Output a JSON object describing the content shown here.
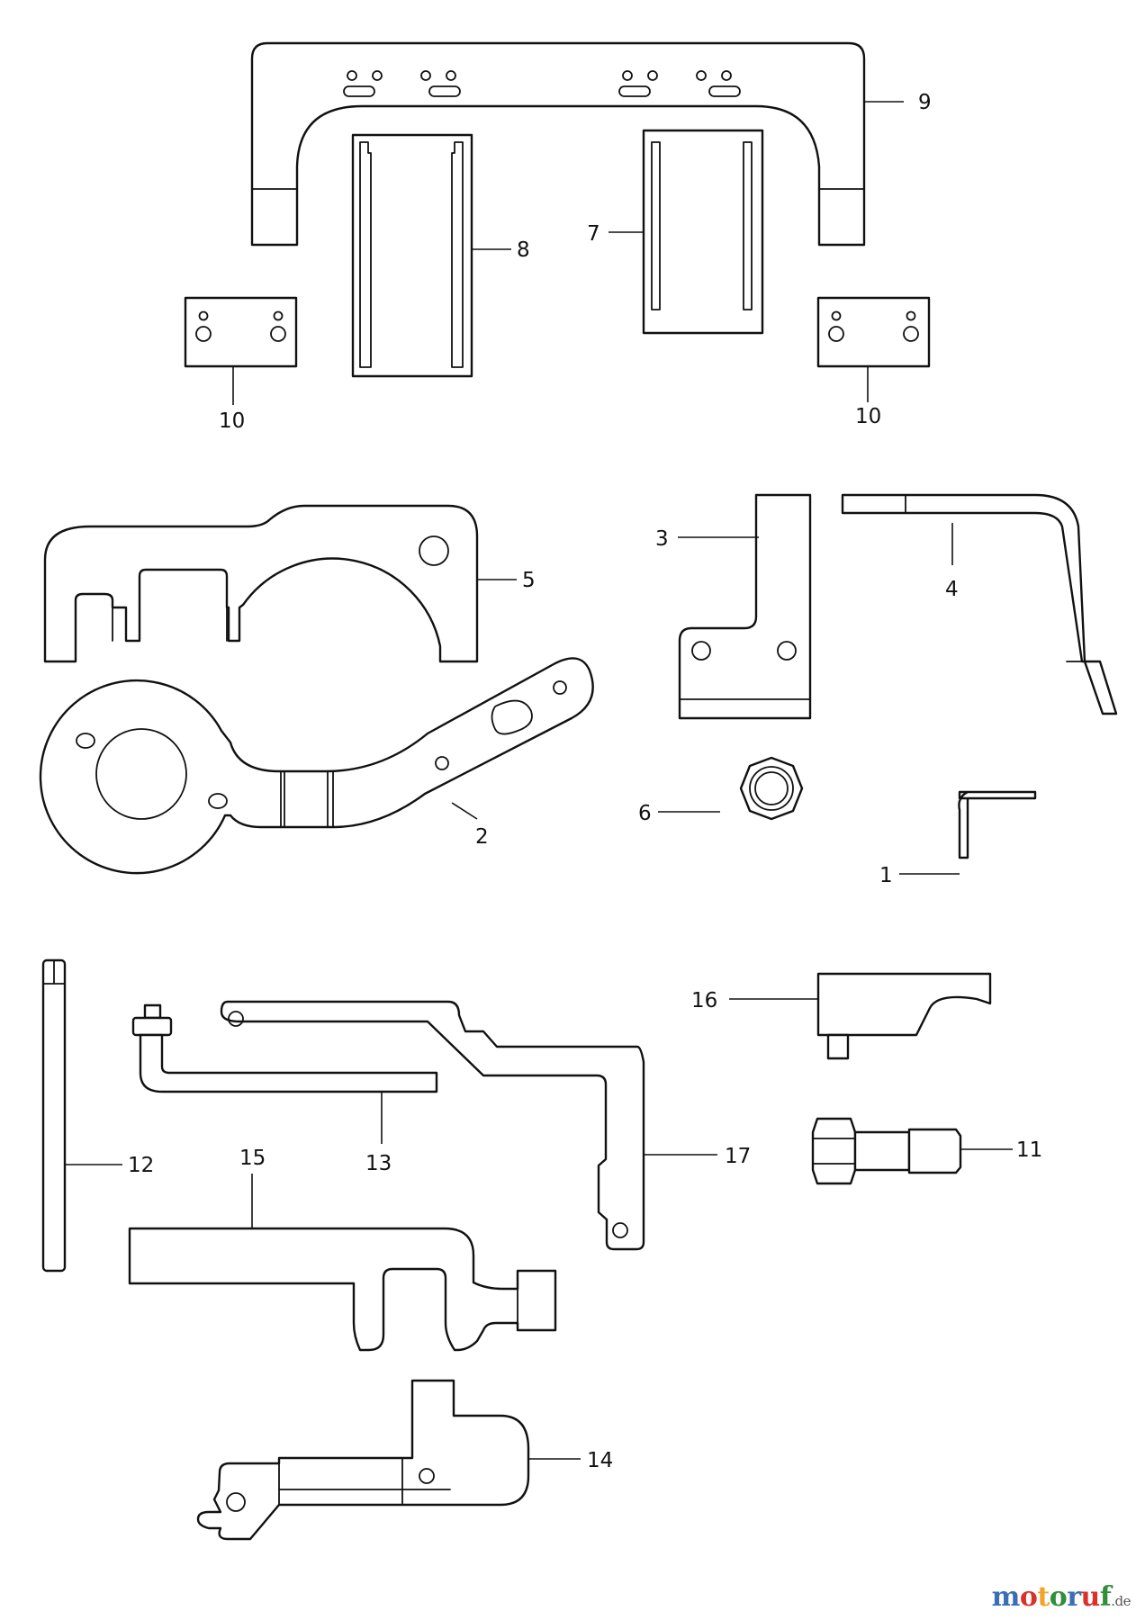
{
  "callouts": {
    "c1": "1",
    "c2": "2",
    "c3": "3",
    "c4": "4",
    "c5": "5",
    "c6": "6",
    "c7": "7",
    "c8": "8",
    "c9": "9",
    "c10a": "10",
    "c10b": "10",
    "c11": "11",
    "c12": "12",
    "c13": "13",
    "c14": "14",
    "c15": "15",
    "c16": "16",
    "c17": "17"
  },
  "watermark": {
    "letters": [
      "m",
      "o",
      "t",
      "o",
      "r",
      "u",
      "f"
    ],
    "colors": [
      "#3a6fb5",
      "#d9322b",
      "#f1a32a",
      "#2f8f3a",
      "#3a6fb5",
      "#d9322b",
      "#2f8f3a"
    ],
    "tld": ".de"
  }
}
